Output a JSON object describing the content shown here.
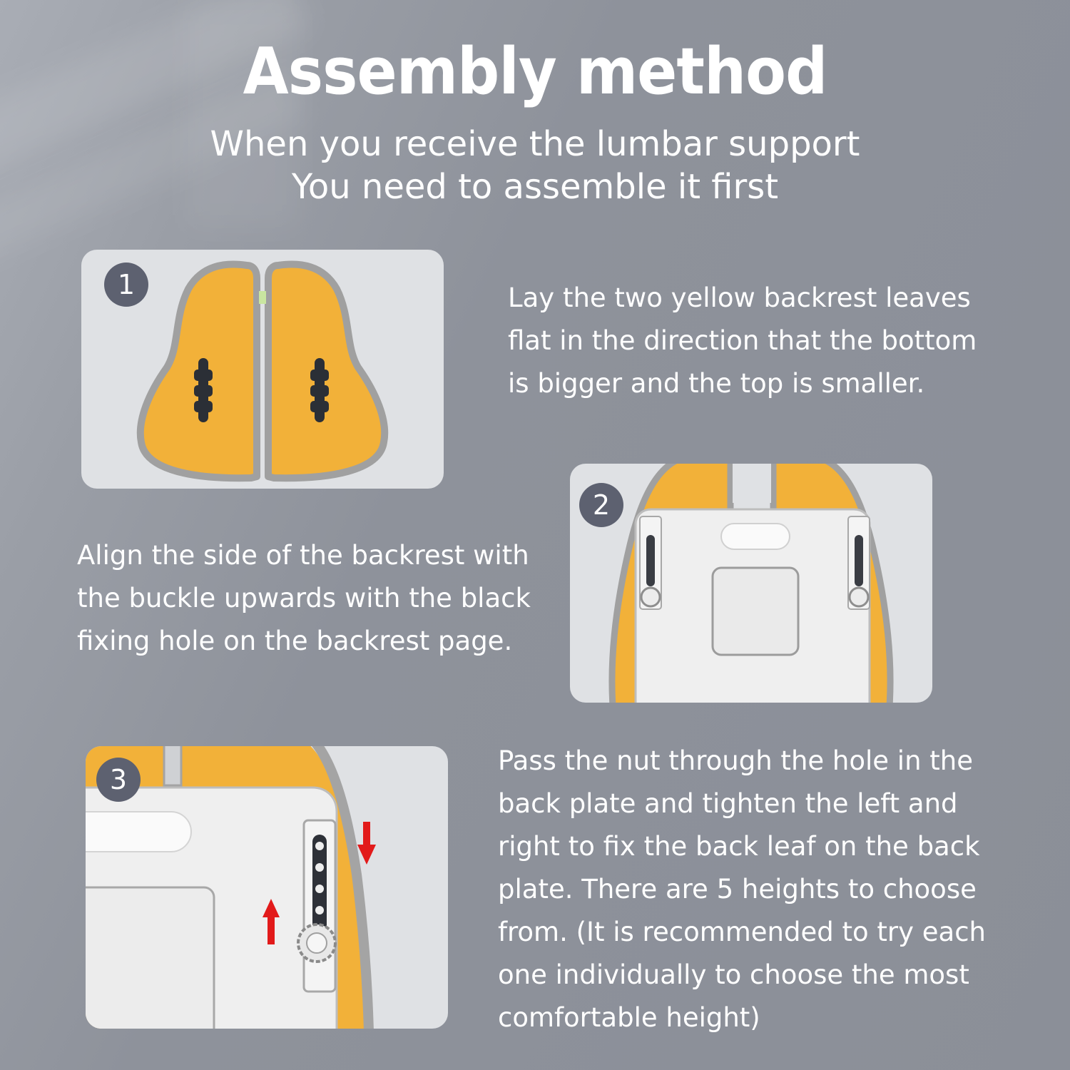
{
  "header": {
    "title": "Assembly method",
    "subtitle_lines": [
      "When you receive the lumbar support",
      "You need to assemble it first"
    ]
  },
  "steps": [
    {
      "number": "1",
      "text_lines": [
        "Lay the two yellow backrest leaves",
        "flat in the direction that the bottom",
        "is bigger and the top is smaller."
      ]
    },
    {
      "number": "2",
      "text_lines": [
        "Align the side of the backrest with",
        "the buckle upwards with the black",
        "fixing hole on the backrest page."
      ]
    },
    {
      "number": "3",
      "text_lines": [
        "Pass the nut through the hole in the",
        "back plate and tighten the left and",
        "right to fix the back leaf on the back",
        "plate. There are 5 heights to choose",
        "from. (It is recommended to try each",
        "one individually to choose the most",
        "comfortable height)"
      ]
    }
  ],
  "colors": {
    "background": "#8e929b",
    "panel": "#dfe1e4",
    "leaf_yellow": "#f2b139",
    "leaf_border": "#9a9a9a",
    "plate": "#efefef",
    "badge": "#5d6170",
    "arrow": "#e21a1a"
  },
  "icons": [
    "step-number-badge",
    "backrest-leaf-icon",
    "buckle-icon",
    "back-plate-icon",
    "knob-icon",
    "arrow-up-icon",
    "arrow-down-icon"
  ]
}
